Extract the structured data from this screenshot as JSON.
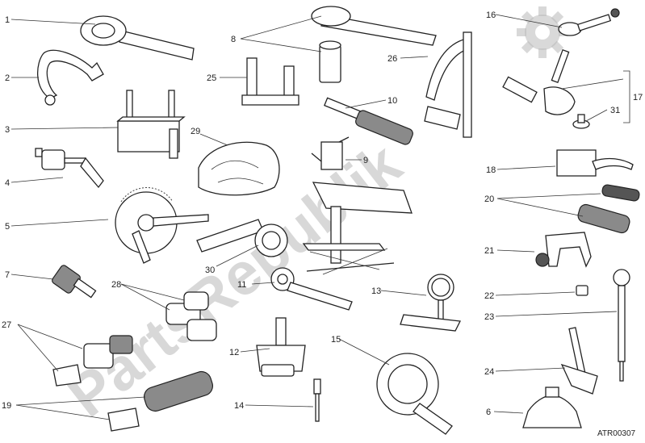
{
  "watermark": {
    "text": "PartsRepublik",
    "color": "#b9b9b9"
  },
  "reference_code": "ATR00307",
  "callouts": [
    {
      "id": "c1",
      "label": "1"
    },
    {
      "id": "c2",
      "label": "2"
    },
    {
      "id": "c3",
      "label": "3"
    },
    {
      "id": "c4",
      "label": "4"
    },
    {
      "id": "c5",
      "label": "5"
    },
    {
      "id": "c6",
      "label": "6"
    },
    {
      "id": "c7",
      "label": "7"
    },
    {
      "id": "c8",
      "label": "8"
    },
    {
      "id": "c9",
      "label": "9"
    },
    {
      "id": "c10",
      "label": "10"
    },
    {
      "id": "c11",
      "label": "11"
    },
    {
      "id": "c12",
      "label": "12"
    },
    {
      "id": "c13",
      "label": "13"
    },
    {
      "id": "c14",
      "label": "14"
    },
    {
      "id": "c15",
      "label": "15"
    },
    {
      "id": "c16",
      "label": "16"
    },
    {
      "id": "c17",
      "label": "17"
    },
    {
      "id": "c18",
      "label": "18"
    },
    {
      "id": "c19",
      "label": "19"
    },
    {
      "id": "c20",
      "label": "20"
    },
    {
      "id": "c21",
      "label": "21"
    },
    {
      "id": "c22",
      "label": "22"
    },
    {
      "id": "c23",
      "label": "23"
    },
    {
      "id": "c24",
      "label": "24"
    },
    {
      "id": "c25",
      "label": "25"
    },
    {
      "id": "c26",
      "label": "26"
    },
    {
      "id": "c27",
      "label": "27"
    },
    {
      "id": "c28",
      "label": "28"
    },
    {
      "id": "c29",
      "label": "29"
    },
    {
      "id": "c30",
      "label": "30"
    },
    {
      "id": "c31",
      "label": "31"
    }
  ]
}
